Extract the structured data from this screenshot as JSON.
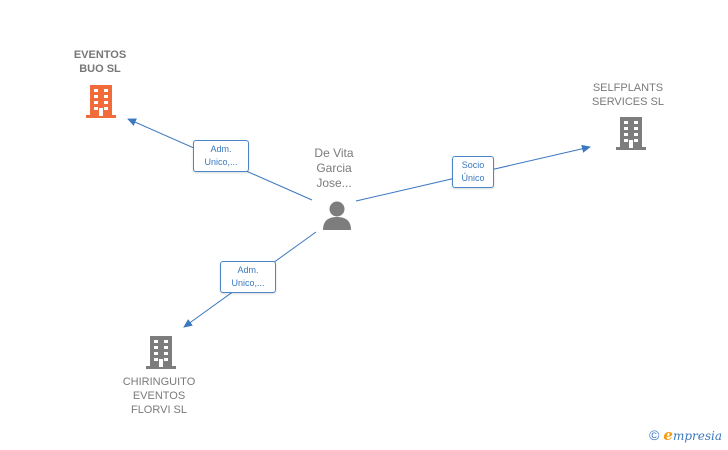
{
  "colors": {
    "edge": "#3a78c0",
    "building_highlight": "#f26b3a",
    "building_default": "#7d7d7d",
    "person": "#7d7d7d"
  },
  "nodes": {
    "person": {
      "label": "De Vita\nGarcia\nJose...",
      "icon": "person-icon"
    },
    "eventos_buo": {
      "label": "EVENTOS\nBUO  SL",
      "icon": "building-icon"
    },
    "selfplants": {
      "label": "SELFPLANTS\nSERVICES  SL",
      "icon": "building-icon"
    },
    "chiringuito": {
      "label": "CHIRINGUITO\nEVENTOS\nFLORVI  SL",
      "icon": "building-icon"
    }
  },
  "edges": {
    "to_eventos": {
      "line1": "Adm.",
      "line2": "Unico,..."
    },
    "to_selfplants": {
      "line1": "Socio",
      "line2": "Único"
    },
    "to_chiringuito": {
      "line1": "Adm.",
      "line2": "Unico,..."
    }
  },
  "brand": {
    "copyright": "©",
    "initial": "e",
    "name": "mpresia"
  }
}
